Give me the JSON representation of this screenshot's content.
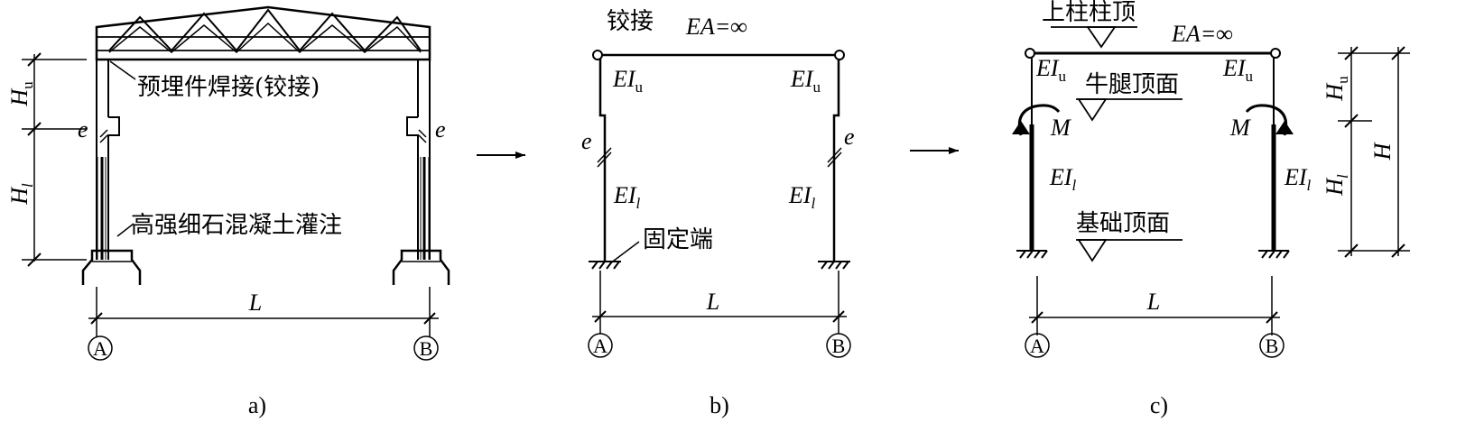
{
  "panels": [
    {
      "caption": "a)",
      "labels": {
        "embedded": "预埋件焊接(铰接)",
        "grout": "高强细石混凝土灌注",
        "eccentricity_left": "e",
        "eccentricity_right": "e",
        "span": "L",
        "axis_a": "A",
        "axis_b": "B"
      },
      "dims": {
        "upper": {
          "main": "H",
          "sub": "u"
        },
        "lower": {
          "main": "H",
          "sub": "l"
        }
      }
    },
    {
      "caption": "b)",
      "labels": {
        "hinge": "铰接",
        "beam_ea": "EA=∞",
        "fixed": "固定端",
        "eccentricity_left": "e",
        "eccentricity_right": "e",
        "span": "L",
        "axis_a": "A",
        "axis_b": "B"
      },
      "stiffness": {
        "upper_left": {
          "main": "EI",
          "sub": "u"
        },
        "upper_right": {
          "main": "EI",
          "sub": "u"
        },
        "lower_left": {
          "main": "EI",
          "sub": "l"
        },
        "lower_right": {
          "main": "EI",
          "sub": "l"
        }
      }
    },
    {
      "caption": "c)",
      "labels": {
        "column_top": "上柱柱顶",
        "beam_ea": "EA=∞",
        "corbel_top": "牛腿顶面",
        "foundation_top": "基础顶面",
        "moment_left": "M",
        "moment_right": "M",
        "span": "L",
        "axis_a": "A",
        "axis_b": "B"
      },
      "stiffness": {
        "upper_left": {
          "main": "EI",
          "sub": "u"
        },
        "upper_right": {
          "main": "EI",
          "sub": "u"
        },
        "lower_left": {
          "main": "EI",
          "sub": "l"
        },
        "lower_right": {
          "main": "EI",
          "sub": "l"
        }
      },
      "dims": {
        "upper": {
          "main": "H",
          "sub": "u"
        },
        "lower": {
          "main": "H",
          "sub": "l"
        },
        "total": {
          "main": "H"
        }
      }
    }
  ]
}
